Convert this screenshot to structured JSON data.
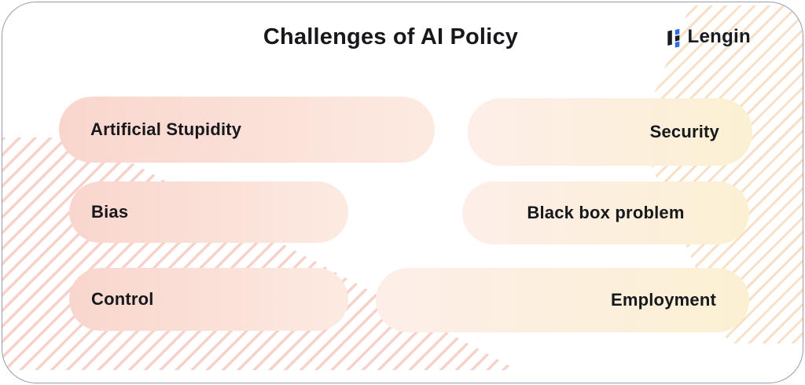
{
  "title": "Challenges of AI Policy",
  "logo": {
    "text": "Lengin"
  },
  "colors": {
    "card_border": "#949cb1",
    "text": "#17181c",
    "logo_dark": "#171b24",
    "logo_blue": "#2c6ce5",
    "pink_start": "#f9d6cd",
    "pink_end": "#fceae1",
    "cream_start": "#fdeee9",
    "cream_end": "#fcf0d3",
    "hatch_pink": "#f4c3ba",
    "hatch_orange": "#f5d3ae"
  },
  "pills": [
    {
      "label": "Artificial Stupidity",
      "column": "left",
      "align": "left"
    },
    {
      "label": "Security",
      "column": "right",
      "align": "right"
    },
    {
      "label": "Bias",
      "column": "left",
      "align": "left"
    },
    {
      "label": "Black box problem",
      "column": "right",
      "align": "center"
    },
    {
      "label": "Control",
      "column": "left",
      "align": "left"
    },
    {
      "label": "Employment",
      "column": "right",
      "align": "right"
    }
  ]
}
